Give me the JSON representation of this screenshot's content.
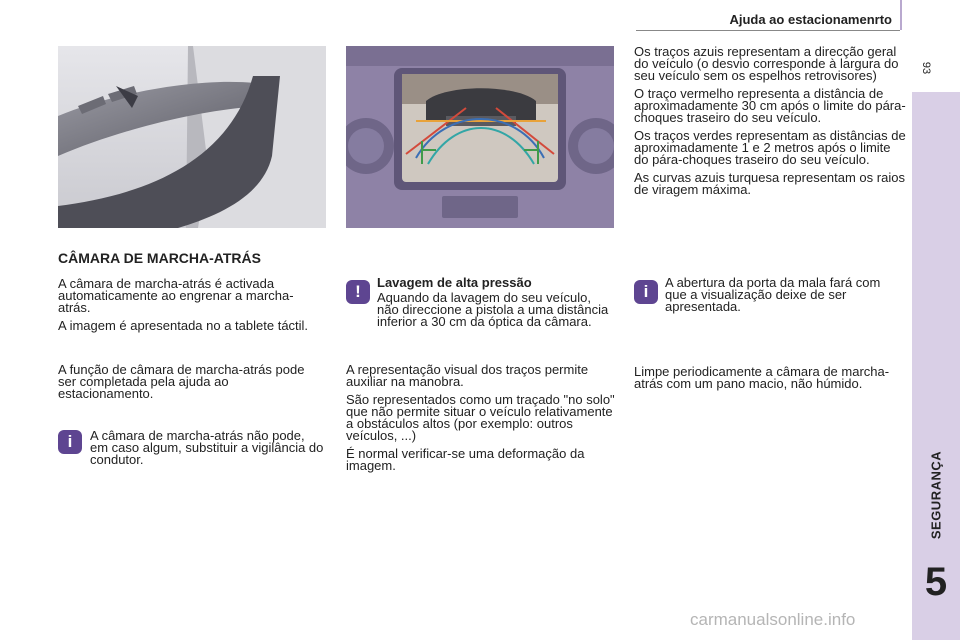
{
  "header": {
    "title": "Ajuda ao estacionamenrto"
  },
  "page": {
    "number": "93",
    "section": "SEGURANÇA",
    "chapter": "5"
  },
  "colors": {
    "accent": "#5e4591",
    "sidebar": "#d9cfe6",
    "line_blue": "#3b6fb5",
    "line_red": "#d34a3b",
    "line_green": "#3f9b4a",
    "line_turquoise": "#33a6a6"
  },
  "main": {
    "heading": "CÂMARA DE MARCHA-ATRÁS",
    "col1": {
      "p1": "A câmara de marcha-atrás é activada automaticamente ao engrenar a marcha-atrás.",
      "p2": "A imagem é apresentada no a tablete táctil.",
      "p3": "A função de câmara de marcha-atrás pode ser completada pela ajuda ao estacionamento.",
      "info_note": "A câmara de marcha-atrás não pode, em caso algum, substituir a vigilância do condutor."
    },
    "col2": {
      "warning_title": "Lavagem de alta pressão",
      "warning_text": "Aquando da lavagem do seu veículo, não direccione a pistola a uma distância inferior a 30 cm da óptica da câmara.",
      "p1": "A representação visual dos traços permite auxiliar na manobra.",
      "p2": "São representados como um traçado \"no solo\" que não permite situar o veículo relativamente a obstáculos altos (por exemplo: outros veículos, ...)",
      "p3": "É normal verificar-se uma deformação da imagem."
    },
    "col3": {
      "p1": "Os traços azuis representam a direcção geral do veículo (o desvio corresponde à largura do seu veículo sem os espelhos retrovisores)",
      "p2": "O traço vermelho representa a distância de aproximadamente 30 cm após o limite do pára-choques traseiro do seu veículo.",
      "p3": "Os traços verdes representam as distâncias de aproximadamente 1 e 2 metros após o limite do pára-choques traseiro do seu veículo.",
      "p4": "As curvas azuis turquesa representam os raios de viragem máxima.",
      "info_note": "A abertura da porta da mala fará com que a visualização deixe de ser apresentada.",
      "p5": "Limpe periodicamente a câmara de marcha-atrás com um pano macio, não húmido."
    }
  },
  "icons": {
    "info": "i",
    "warning": "!"
  },
  "watermark": "carmanualsonline.info"
}
